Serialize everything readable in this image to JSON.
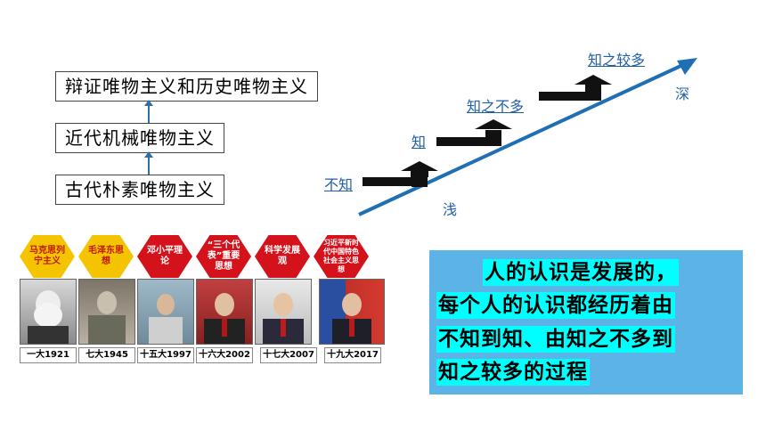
{
  "evolution": {
    "top": "辩证唯物主义和历史唯物主义",
    "middle": "近代机械唯物主义",
    "bottom": "古代朴素唯物主义"
  },
  "stairs": {
    "step1": "不知",
    "step2": "知",
    "step3": "知之不多",
    "step4": "知之较多",
    "deep": "深",
    "shallow": "浅",
    "arrow_color": "#1f6fb5"
  },
  "theories": [
    {
      "label": "马克思列宁主义",
      "caption": "一大1921",
      "color": "yellow"
    },
    {
      "label": "毛泽东思想",
      "caption": "七大1945",
      "color": "yellow"
    },
    {
      "label": "邓小平理论",
      "caption": "十五大1997",
      "color": "red"
    },
    {
      "label": "“三个代表”重要思想",
      "caption": "十六大2002",
      "color": "red"
    },
    {
      "label": "科学发展观",
      "caption": "十七大2007",
      "color": "red"
    },
    {
      "label": "习近平新时代中国特色社会主义思想",
      "caption": "十九大2017",
      "color": "red"
    }
  ],
  "note": {
    "line1": "人的认识是发展的，",
    "line2": "每个人的认识都经历着由",
    "line3": "不知到知、由知之不多到",
    "line4": "知之较多的过程",
    "bg": "#5cb4e6",
    "highlight": "#00ffff"
  }
}
